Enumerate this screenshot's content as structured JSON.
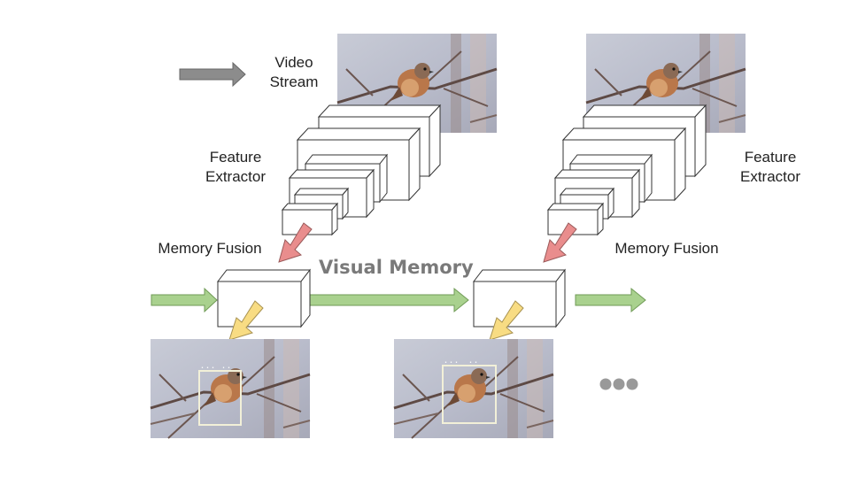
{
  "labels": {
    "video_stream": "Video\nStream",
    "feature_extractor_left": "Feature\nExtractor",
    "feature_extractor_right": "Feature\nExtractor",
    "memory_fusion_left": "Memory Fusion",
    "memory_fusion_right": "Memory Fusion",
    "visual_memory": "Visual Memory"
  },
  "detections": [
    {
      "label": "• • •",
      "score": "• •"
    },
    {
      "label": "• • •",
      "score": "• •"
    }
  ],
  "colors": {
    "gray_arrow": "#8c8c8c",
    "green_arrow": "#a9d18e",
    "red_arrow": "#e98d8d",
    "yellow_arrow": "#f8dc83",
    "visual_memory_text": "#7a7a7a",
    "ellipsis_dots": "#999999"
  },
  "ellipsis_icon": "ellipsis-icon"
}
